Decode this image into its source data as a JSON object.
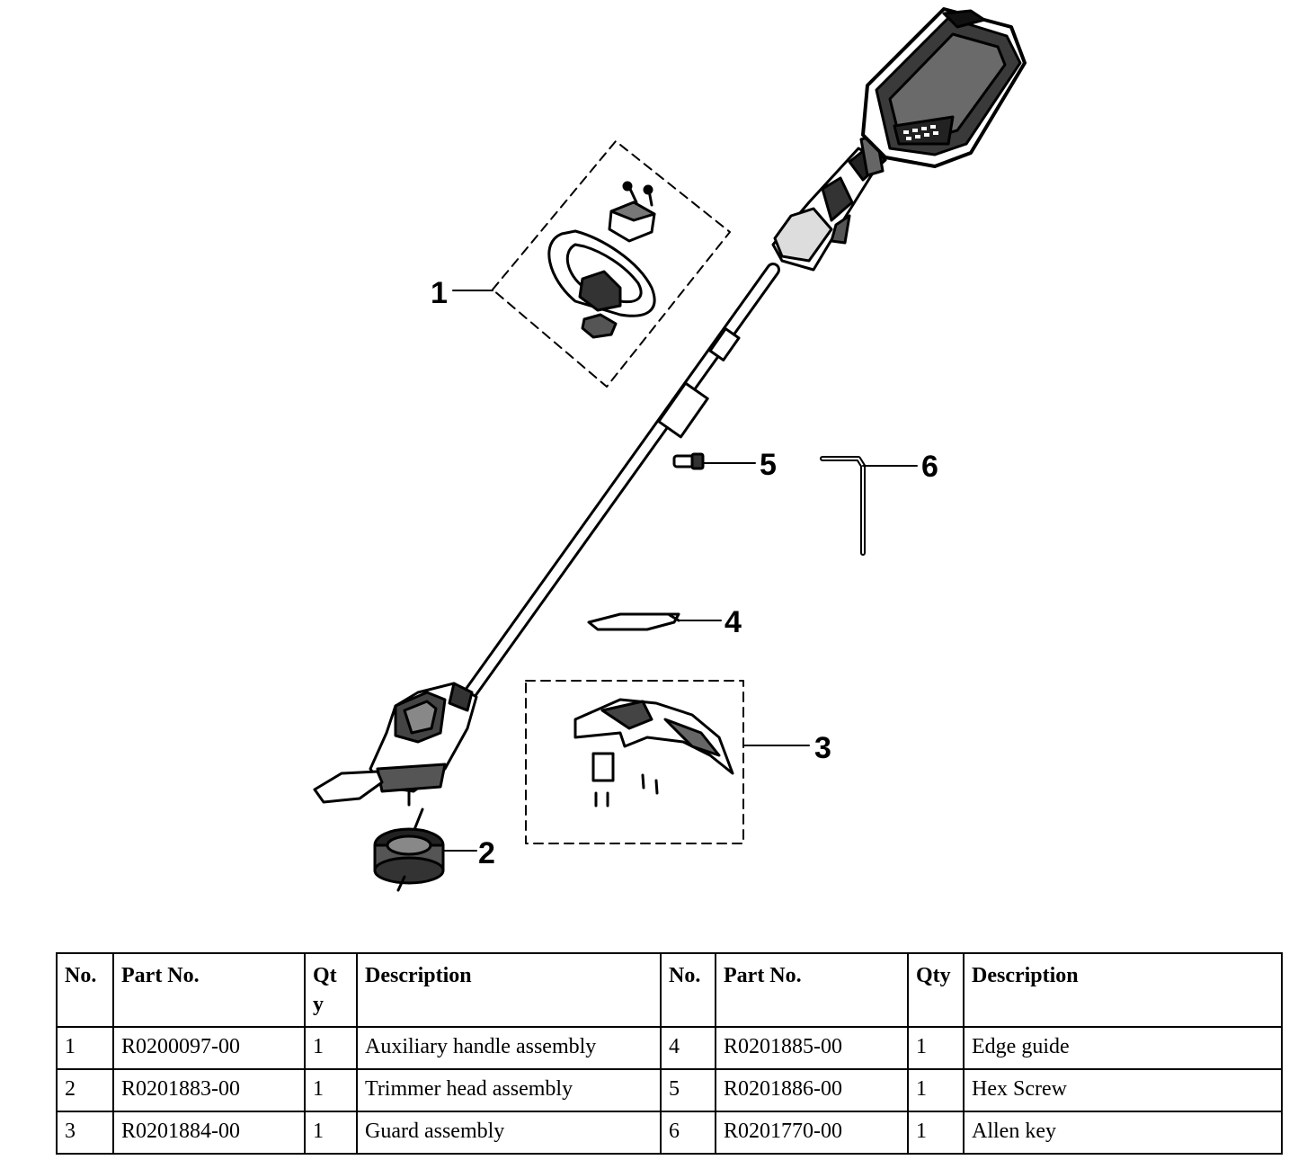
{
  "callouts": [
    "1",
    "2",
    "3",
    "4",
    "5",
    "6"
  ],
  "table": {
    "headers": [
      "No.",
      "Part No.",
      "Qt y",
      "Description",
      "No.",
      "Part No.",
      "Qty",
      "Description"
    ],
    "rows": [
      [
        "1",
        "R0200097-00",
        "1",
        "Auxiliary handle assembly",
        "4",
        "R0201885-00",
        "1",
        "Edge guide"
      ],
      [
        "2",
        "R0201883-00",
        "1",
        "Trimmer head assembly",
        "5",
        "R0201886-00",
        "1",
        "Hex Screw"
      ],
      [
        "3",
        "R0201884-00",
        "1",
        "Guard assembly",
        "6",
        "R0201770-00",
        "1",
        "Allen key"
      ]
    ]
  }
}
